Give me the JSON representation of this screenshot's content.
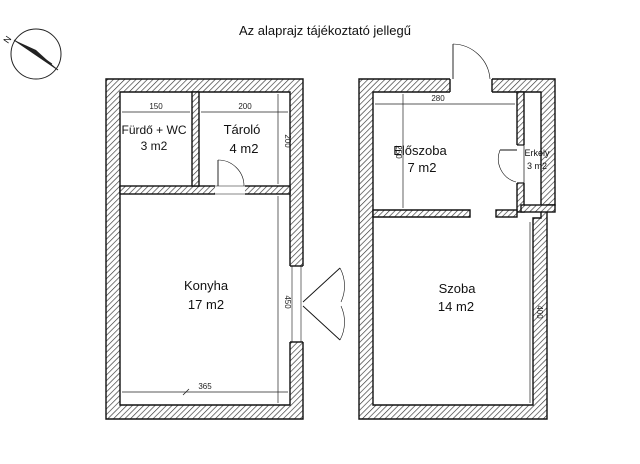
{
  "title": "Az alaprajz tájékoztató jellegű",
  "compass": {
    "icon": "north-arrow-icon",
    "letter": "N"
  },
  "left_unit": {
    "rooms": [
      {
        "name": "Fürdő + WC",
        "area": "3 m2"
      },
      {
        "name": "Tároló",
        "area": "4 m2"
      },
      {
        "name": "Konyha",
        "area": "17 m2"
      }
    ],
    "dimensions": {
      "bath_width": "150",
      "storage_width": "200",
      "storage_depth": "200",
      "kitchen_depth": "450",
      "kitchen_width": "365"
    }
  },
  "right_unit": {
    "rooms": [
      {
        "name": "Előszoba",
        "area": "7 m2"
      },
      {
        "name": "Erkély",
        "area": "3 m2"
      },
      {
        "name": "Szoba",
        "area": "14 m2"
      }
    ],
    "dimensions": {
      "hall_width": "280",
      "hall_depth": "250",
      "room_depth": "400"
    }
  },
  "colors": {
    "wall": "#111111",
    "background": "#ffffff",
    "hatch": "#333333"
  }
}
